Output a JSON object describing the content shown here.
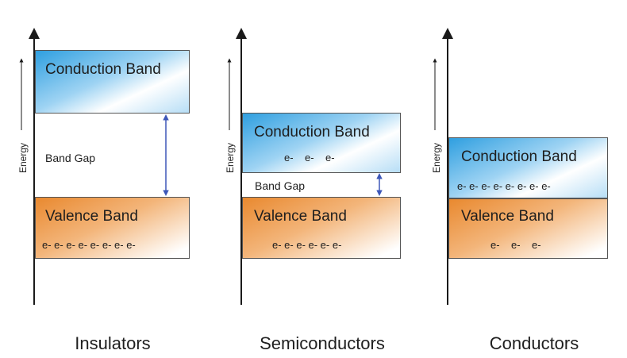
{
  "panels": [
    {
      "caption": "Insulators",
      "energy_label": "Energy",
      "conduction": {
        "title": "Conduction Band",
        "electrons": ""
      },
      "gap_label": "Band Gap",
      "valence": {
        "title": "Valence Band",
        "electrons": "e- e- e- e- e- e- e- e-"
      }
    },
    {
      "caption": "Semiconductors",
      "energy_label": "Energy",
      "conduction": {
        "title": "Conduction Band",
        "electrons": "e-    e-    e-"
      },
      "gap_label": "Band Gap",
      "valence": {
        "title": "Valence Band",
        "electrons": "e- e- e- e- e- e-"
      }
    },
    {
      "caption": "Conductors",
      "energy_label": "Energy",
      "conduction": {
        "title": "Conduction Band",
        "electrons": "e- e- e- e- e- e- e- e-"
      },
      "gap_label": "",
      "valence": {
        "title": "Valence Band",
        "electrons": "e-    e-    e-"
      }
    }
  ],
  "colors": {
    "conduction_band": "#2f9fe0",
    "valence_band": "#e9892f",
    "gap_arrow": "#3d57b8",
    "axis": "#1a1a1a"
  }
}
